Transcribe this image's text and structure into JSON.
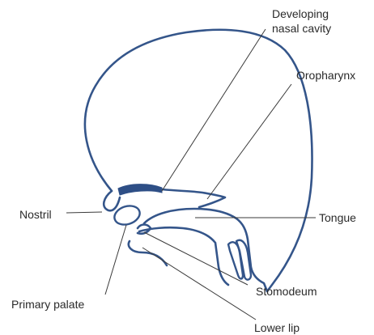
{
  "labels": {
    "nasal_cavity_line1": "Developing",
    "nasal_cavity_line2": "nasal cavity",
    "oropharynx": "Oropharynx",
    "nostril": "Nostril",
    "tongue": "Tongue",
    "primary_palate": "Primary palate",
    "stomodeum": "Stomodeum",
    "lower_lip": "Lower lip"
  },
  "colors": {
    "outline": "#34558a",
    "nasal_roof_fill": "#2e4f86",
    "label_text": "#2a2a2a",
    "leader_lines": "#3a3a3a"
  }
}
